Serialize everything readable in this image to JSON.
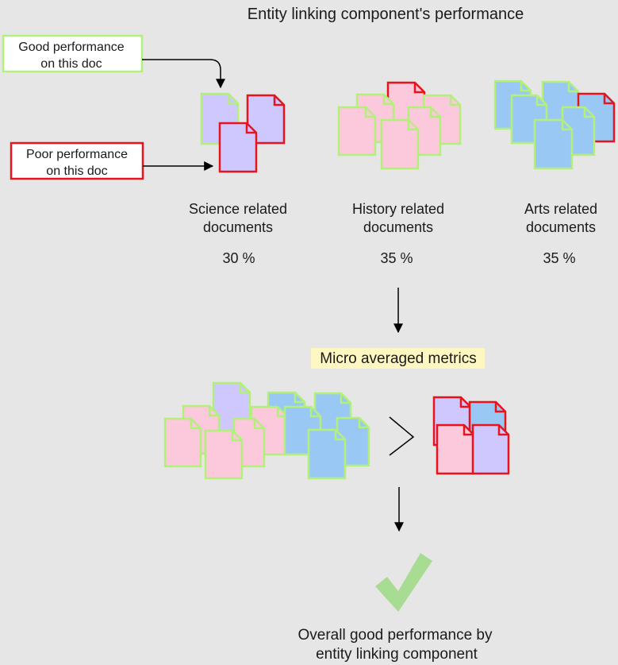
{
  "title": "Entity linking component's performance",
  "legend": {
    "good": {
      "line1": "Good performance",
      "line2": "on this doc",
      "color": "#b3f07a"
    },
    "poor": {
      "line1": "Poor performance",
      "line2": "on this doc",
      "color": "#e8141c"
    }
  },
  "categories": [
    {
      "id": "science",
      "line1": "Science related",
      "line2": "documents",
      "percent": "30 %",
      "color": "#cfc8ff"
    },
    {
      "id": "history",
      "line1": "History related",
      "line2": "documents",
      "percent": "35 %",
      "color": "#fbc8dc"
    },
    {
      "id": "arts",
      "line1": "Arts related",
      "line2": "documents",
      "percent": "35 %",
      "color": "#99c8f4"
    }
  ],
  "micro_label": "Micro averaged metrics",
  "micro_highlight": "#fff7c2",
  "comparison_symbol": ">",
  "check_icon": "check-mark-icon",
  "check_color": "#a8dc93",
  "conclusion": {
    "line1": "Overall good performance by",
    "line2": "entity linking component"
  }
}
